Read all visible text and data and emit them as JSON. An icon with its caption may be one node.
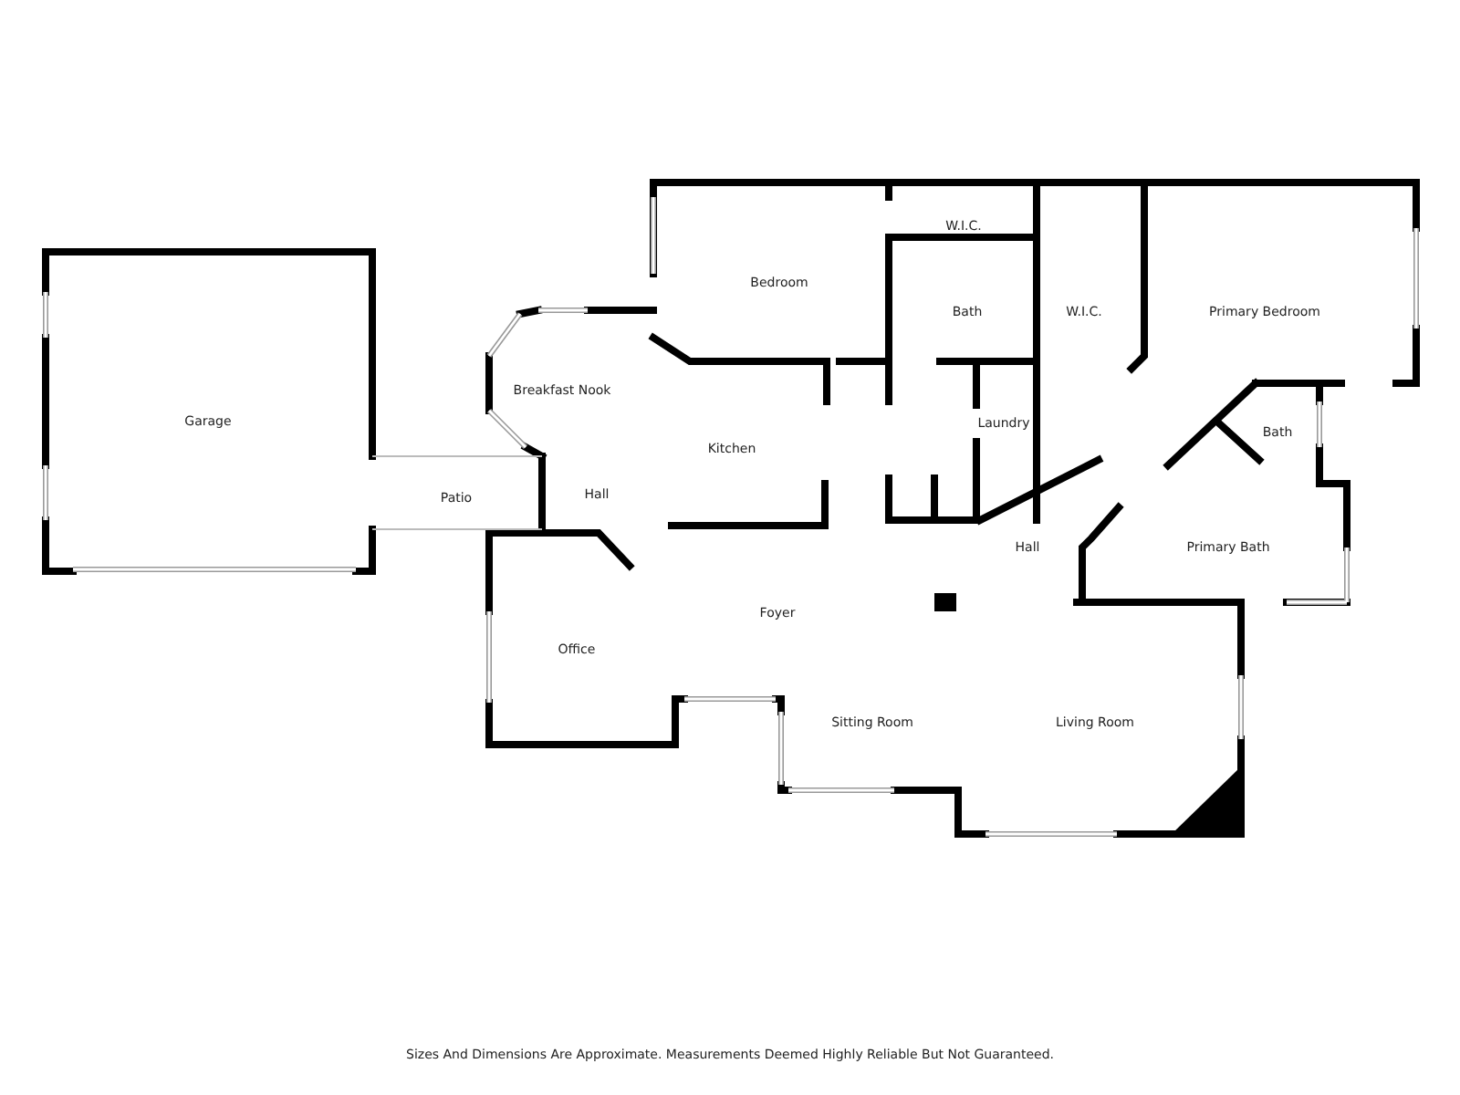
{
  "diagram": {
    "labels": [
      "W.I.C.",
      "Bedroom",
      "Bath",
      "W.I.C.",
      "Primary Bedroom",
      "Breakfast Nook",
      "Bath",
      "Garage",
      "Kitchen",
      "Laundry",
      "Patio",
      "Hall",
      "Hall",
      "Primary Bath",
      "Foyer",
      "Office",
      "Sitting Room",
      "Living Room",
      "Sizes And Dimensions Are Approximate. Measurements Deemed Highly Reliable But Not Guaranteed."
    ]
  }
}
